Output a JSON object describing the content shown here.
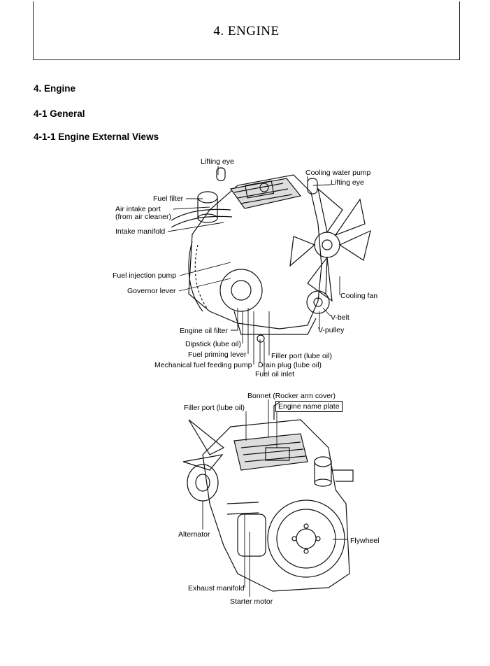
{
  "header": {
    "chapter_title": "4. ENGINE"
  },
  "headings": {
    "section": "4. Engine",
    "subsection": "4-1  General",
    "subsubsection": "4-1-1  Engine External Views"
  },
  "figure1": {
    "labels": {
      "lifting_eye_top": "Lifting eye",
      "cooling_water_pump": "Cooling water pump",
      "lifting_eye_right": "Lifting eye",
      "fuel_filter": "Fuel filter",
      "air_intake_port": "Air intake port",
      "air_intake_port_sub": "(from air cleaner)",
      "intake_manifold": "Intake manifold",
      "fuel_injection_pump": "Fuel injection pump",
      "governor_lever": "Governor lever",
      "cooling_fan": "Cooling fan",
      "v_belt": "V-belt",
      "v_pulley": "V-pulley",
      "engine_oil_filter": "Engine oil filter",
      "dipstick": "Dipstick (lube oil)",
      "fuel_priming_lever": "Fuel priming lever",
      "filler_port": "Filler port (lube oil)",
      "mechanical_fuel_feeding_pump": "Mechanical fuel feeding pump",
      "drain_plug": "Drain plug  (lube oil)",
      "fuel_oil_inlet": "Fuel oil inlet"
    }
  },
  "figure2": {
    "labels": {
      "bonnet": "Bonnet (Rocker arm cover)",
      "filler_port": "Filler port (lube oil)",
      "engine_name_plate": "Engine name plate",
      "alternator": "Alternator",
      "flywheel": "Flywheel",
      "exhaust_manifold": "Exhaust manifold",
      "starter_motor": "Starter motor"
    }
  }
}
